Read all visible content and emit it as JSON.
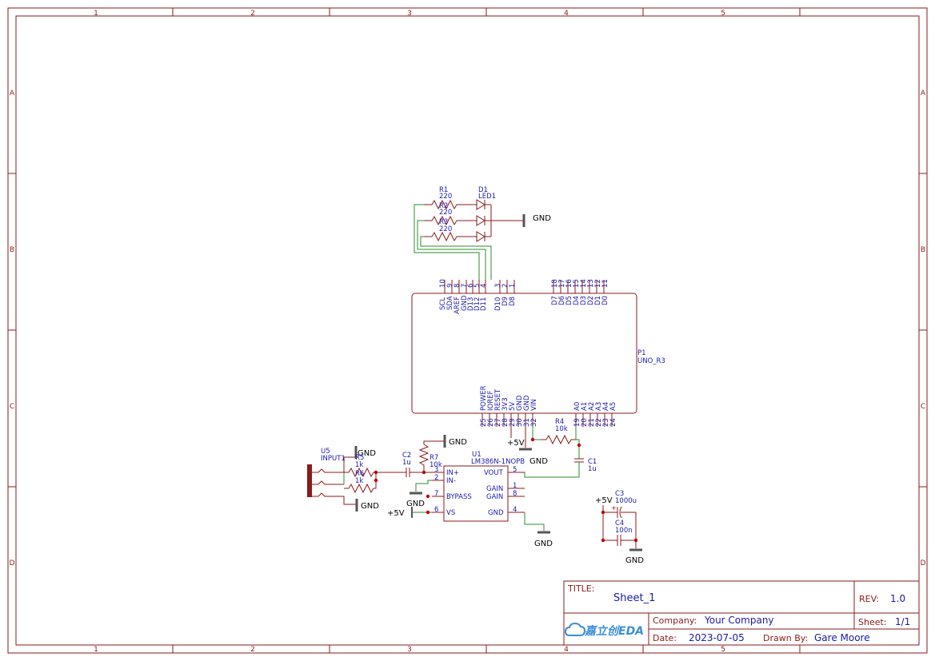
{
  "frame": {
    "columns": [
      "1",
      "2",
      "3",
      "4",
      "5"
    ],
    "rows": [
      "A",
      "B",
      "C",
      "D"
    ]
  },
  "components": {
    "r1": {
      "ref": "R1",
      "value": "220"
    },
    "r2": {
      "ref": "R2",
      "value": "220"
    },
    "r3": {
      "ref": "R3",
      "value": "220"
    },
    "d1": {
      "ref": "D1",
      "value": "LED1"
    },
    "p1": {
      "ref": "P1",
      "value": "UNO_R3"
    },
    "r4": {
      "ref": "R4",
      "value": "10k"
    },
    "c1": {
      "ref": "C1",
      "value": "1u"
    },
    "c2": {
      "ref": "C2",
      "value": "1u"
    },
    "r7": {
      "ref": "R7",
      "value": "10k"
    },
    "r5": {
      "ref": "R5",
      "value": "1k"
    },
    "r6": {
      "ref": "R6",
      "value": "1k"
    },
    "u5": {
      "ref": "U5",
      "value": "INPUT1"
    },
    "u1": {
      "ref": "U1",
      "value": "LM386N-1NOPB"
    },
    "c3": {
      "ref": "C3",
      "value": "1000u"
    },
    "c4": {
      "ref": "C4",
      "value": "100n"
    }
  },
  "p1_top_pins": [
    {
      "num": "10",
      "name": "SCL"
    },
    {
      "num": "9",
      "name": "SDA"
    },
    {
      "num": "8",
      "name": "AREF"
    },
    {
      "num": "7",
      "name": "GND"
    },
    {
      "num": "6",
      "name": "D13"
    },
    {
      "num": "5",
      "name": "D12"
    },
    {
      "num": "4",
      "name": "D11"
    },
    {
      "num": "3",
      "name": "D10"
    },
    {
      "num": "2",
      "name": "D9"
    },
    {
      "num": "1",
      "name": "D8"
    }
  ],
  "p1_top_right_pins": [
    {
      "num": "18",
      "name": "D7"
    },
    {
      "num": "17",
      "name": "D6"
    },
    {
      "num": "16",
      "name": "D5"
    },
    {
      "num": "15",
      "name": "D4"
    },
    {
      "num": "14",
      "name": "D3"
    },
    {
      "num": "13",
      "name": "D2"
    },
    {
      "num": "12",
      "name": "D1"
    },
    {
      "num": "11",
      "name": "D0"
    }
  ],
  "p1_bottom_pins": [
    {
      "num": "25",
      "name": "POWER"
    },
    {
      "num": "26",
      "name": "IOREF"
    },
    {
      "num": "27",
      "name": "RESET"
    },
    {
      "num": "28",
      "name": "3V3"
    },
    {
      "num": "29",
      "name": "5V"
    },
    {
      "num": "30",
      "name": "GND"
    },
    {
      "num": "31",
      "name": "GND"
    },
    {
      "num": "32",
      "name": "VIN"
    }
  ],
  "p1_bottom_right_pins": [
    {
      "num": "19",
      "name": "A0"
    },
    {
      "num": "20",
      "name": "A1"
    },
    {
      "num": "21",
      "name": "A2"
    },
    {
      "num": "22",
      "name": "A3"
    },
    {
      "num": "23",
      "name": "A4"
    },
    {
      "num": "24",
      "name": "A5"
    }
  ],
  "u1_pins": {
    "in_plus": {
      "num": "3",
      "name": "IN+"
    },
    "in_minus": {
      "num": "2",
      "name": "IN-"
    },
    "bypass": {
      "num": "7",
      "name": "BYPASS"
    },
    "vs": {
      "num": "6",
      "name": "VS"
    },
    "vout": {
      "num": "5",
      "name": "VOUT"
    },
    "gain1": {
      "num": "1",
      "name": "GAIN"
    },
    "gain8": {
      "num": "8",
      "name": "GAIN"
    },
    "gnd": {
      "num": "4",
      "name": "GND"
    }
  },
  "power": {
    "gnd": "GND",
    "vcc": "+5V"
  },
  "title_block": {
    "title_label": "TITLE:",
    "title": "Sheet_1",
    "rev_label": "REV:",
    "rev": "1.0",
    "company_label": "Company:",
    "company": "Your Company",
    "sheet_label": "Sheet:",
    "sheet": "1/1",
    "date_label": "Date:",
    "date": "2023-07-05",
    "drawn_label": "Drawn By:",
    "drawn": "Gare Moore",
    "logo_text": "嘉立创EDA"
  },
  "colors": {
    "frame": "#8b1a1a",
    "wire": "#2e8b2e",
    "label": "#1a1aaa",
    "ground": "#555555",
    "junction": "#c00000"
  }
}
